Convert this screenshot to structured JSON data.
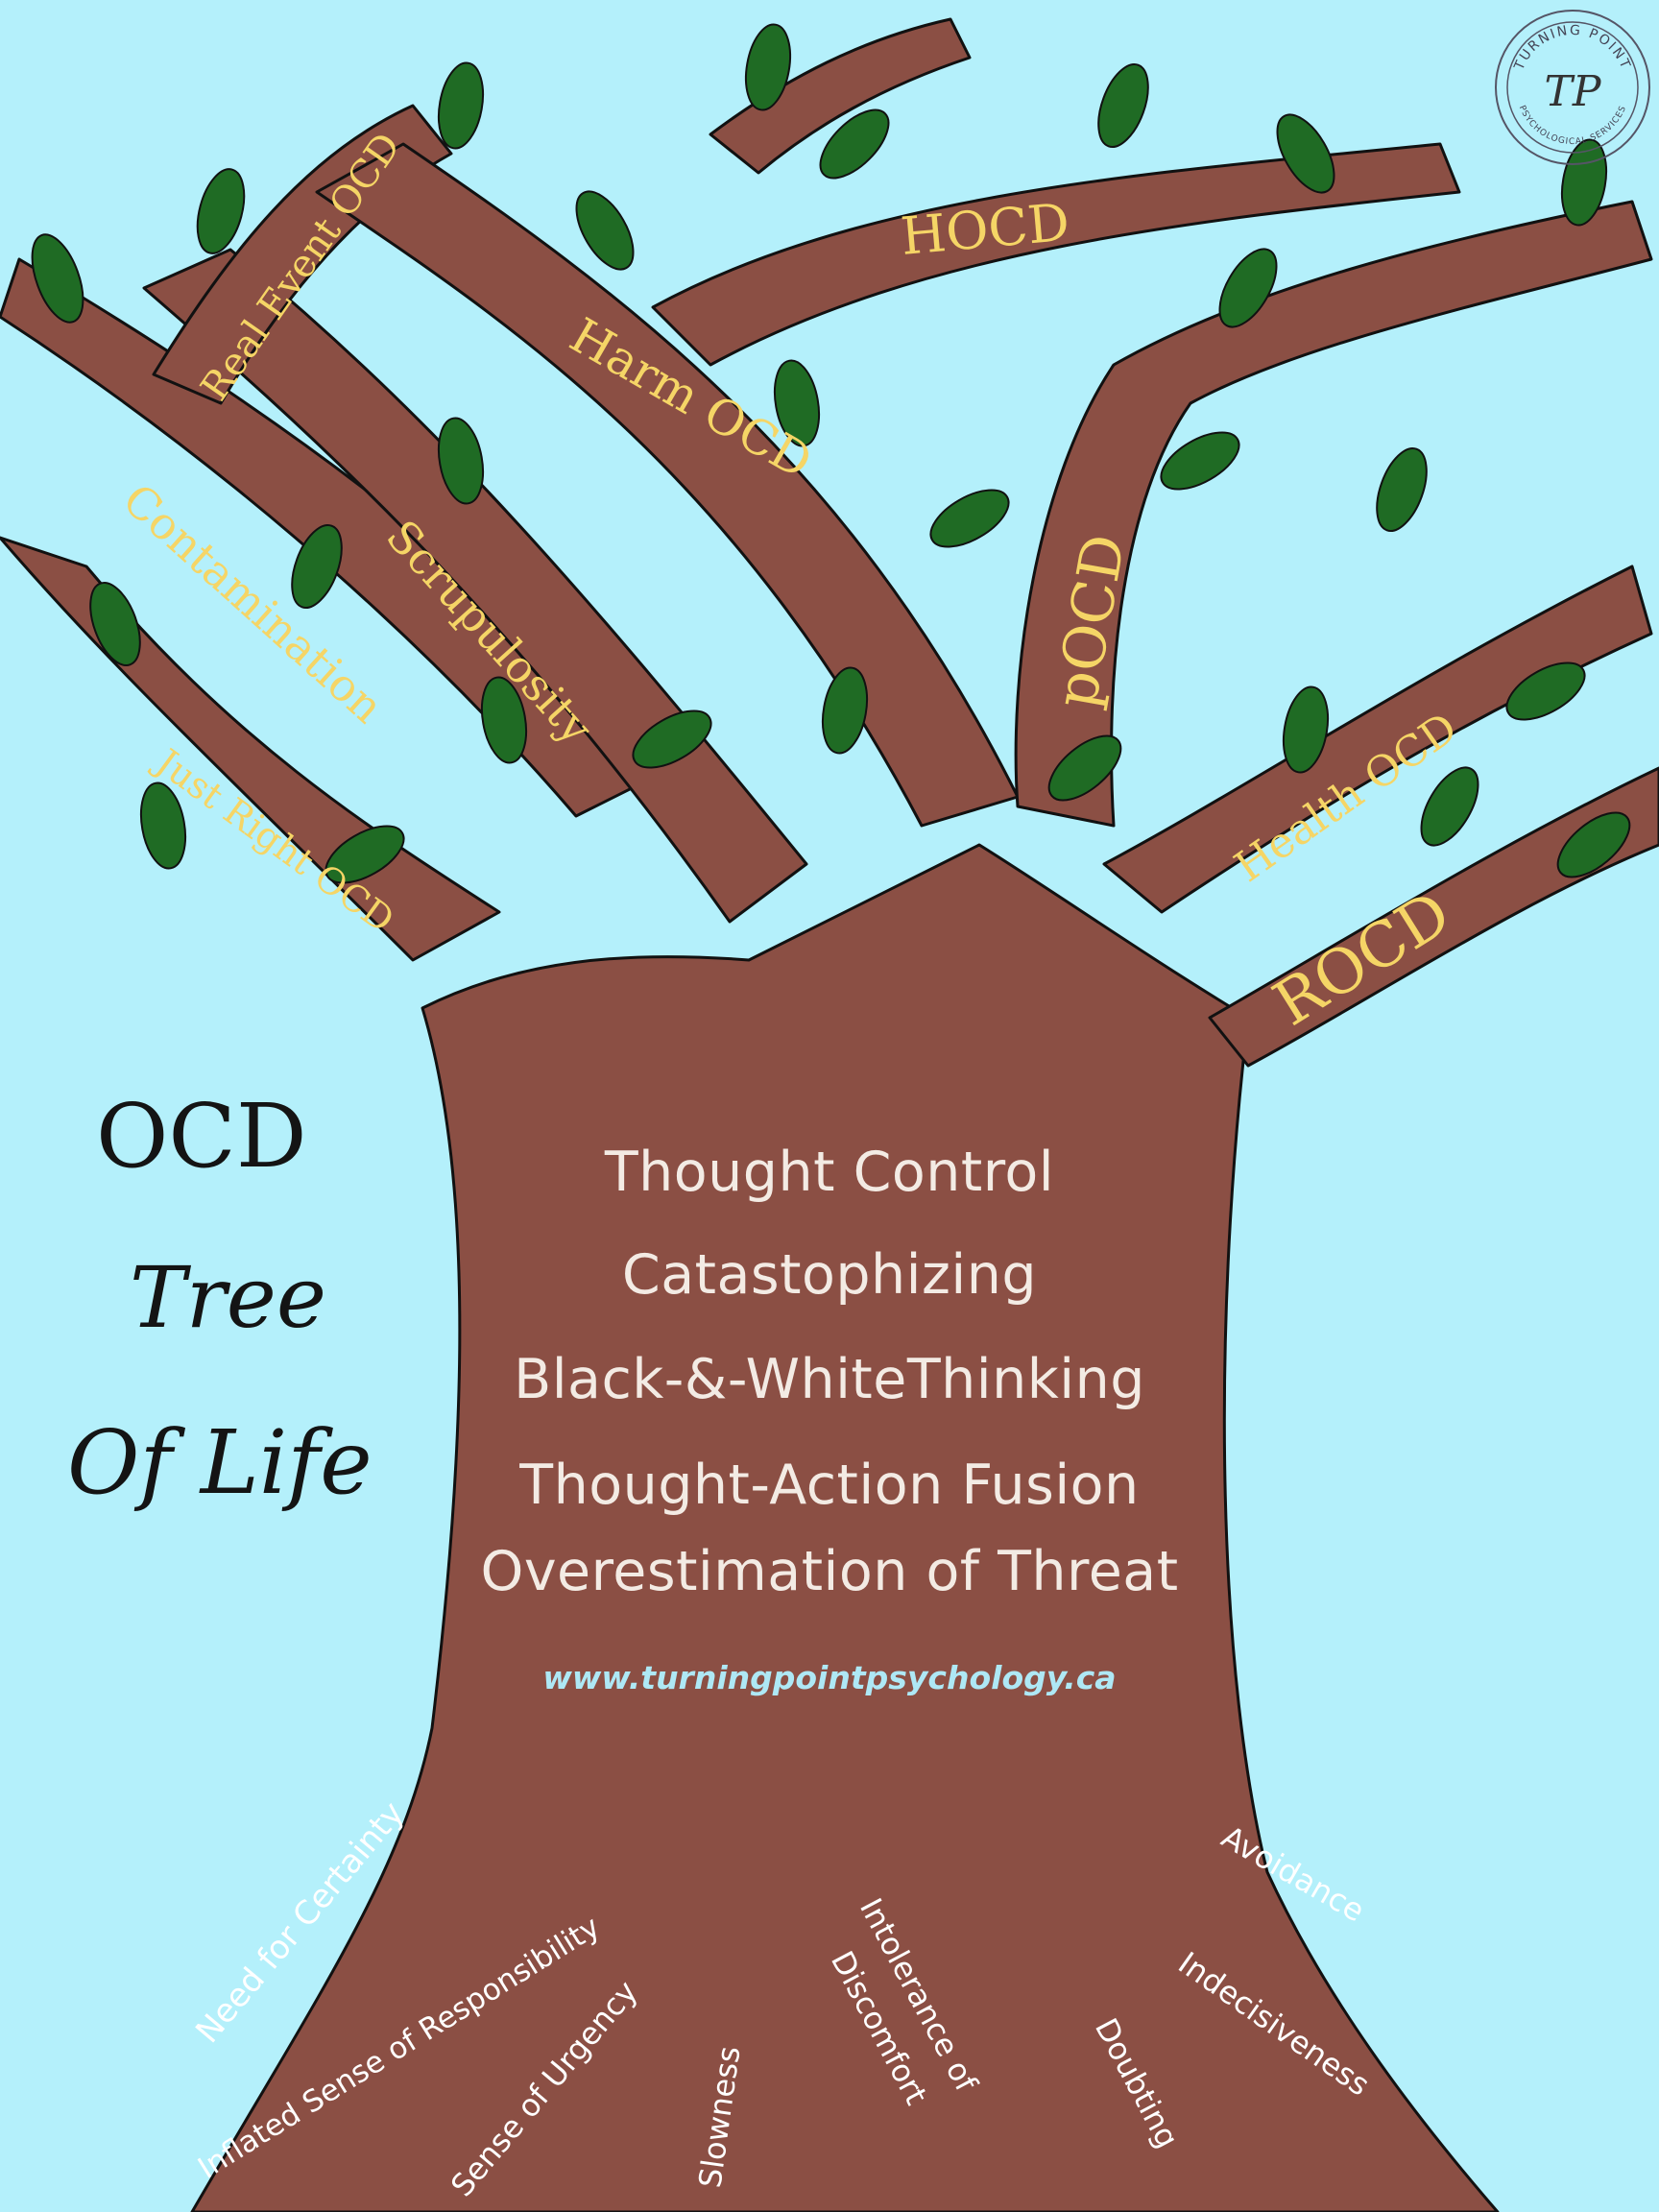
{
  "title": {
    "line1": "OCD",
    "line2": "Tree",
    "line3": "Of Life"
  },
  "branches": [
    "Real Event OCD",
    "HOCD",
    "Harm OCD",
    "Scrupulosity",
    "Contamination",
    "pOCD",
    "Just Right OCD",
    "Health OCD",
    "ROCD"
  ],
  "trunk": [
    "Thought Control",
    "Catastophizing",
    "Black-&-WhiteThinking",
    "Thought-Action Fusion",
    "Overestimation of Threat"
  ],
  "website": "www.turningpointpsychology.ca",
  "roots": [
    "Need for Certainty",
    "Inflated Sense of Responsibility",
    "Sense of Urgency",
    "Slowness",
    "Intolerance of",
    "Discomfort",
    "Doubting",
    "Indecisiveness",
    "Avoidance"
  ],
  "logo": {
    "ring_text": "TURNING POINT",
    "ring_text_bottom": "PSYCHOLOGICAL SERVICES",
    "monogram": "TP"
  },
  "colors": {
    "sky": "#b4f0fb",
    "bark": "#8b4f44",
    "leaf": "#1f6b24",
    "branch_text": "#f5d566",
    "trunk_text": "#f3ebe4"
  }
}
